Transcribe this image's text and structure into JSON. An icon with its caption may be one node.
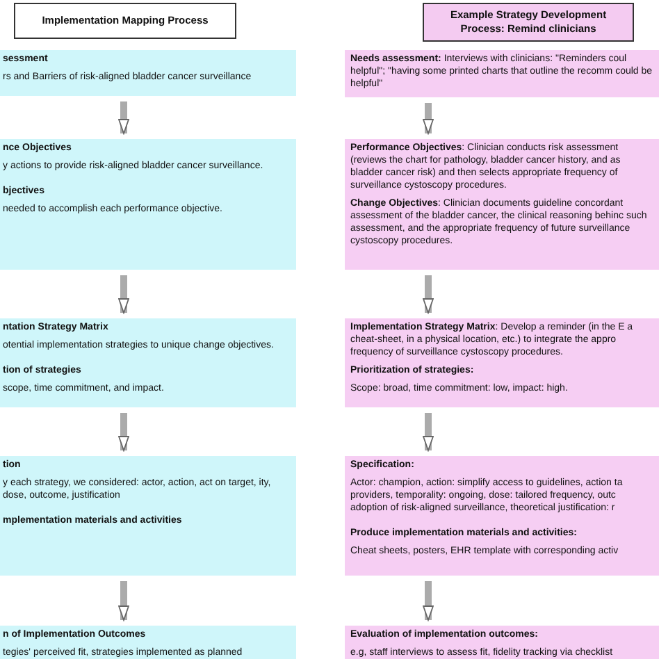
{
  "diagram": {
    "nodes": [
      {
        "text": [
          "Implementation Mapping Process"
        ]
      },
      {
        "text": [
          "sessment",
          "rs and Barriers of risk-aligned bladder cancer surveillance"
        ]
      },
      {
        "text": [
          "nce Objectives",
          "y actions to provide risk-aligned bladder cancer surveillance.",
          "bjectives",
          "needed to accomplish each performance objective."
        ]
      },
      {
        "text": [
          "ntation Strategy Matrix",
          "otential implementation strategies to unique change objectives.",
          "tion of strategies",
          "scope, time commitment, and impact."
        ]
      },
      {
        "text": [
          "tion",
          "y each strategy, we considered: actor, action, act on target, ity, dose, outcome, justification",
          "mplementation materials and activities"
        ]
      },
      {
        "text": [
          "n of Implementation Outcomes",
          "tegies' perceived fit, strategies implemented as planned"
        ]
      },
      {
        "text": [
          "Example Strategy Development Process: Remind clinicians"
        ]
      },
      {
        "text": [
          "**Needs assessment:** Interviews with clinicians: \"Reminders coul helpful\"; \"having some printed charts that outline the recomm could be helpful\""
        ]
      },
      {
        "text": [
          "**Performance Objectives**: Clinician conducts risk assessment (reviews the chart for pathology, bladder cancer history, and as bladder cancer risk) and then selects appropriate frequency of surveillance cystoscopy procedures.",
          "**Change Objectives**: Clinician documents guideline concordant assessment of the bladder cancer, the clinical reasoning behinc such assessment, and the appropriate frequency of future surveillance cystoscopy procedures."
        ]
      },
      {
        "text": [
          "**Implementation Strategy Matrix**: Develop a reminder (in the E a cheat-sheet, in a physical location, etc.) to integrate the appro frequency of surveillance cystoscopy procedures.",
          "Prioritization of strategies:",
          "Scope: broad, time commitment: low, impact: high."
        ]
      },
      {
        "text": [
          "Specification:",
          "Actor: champion, action: simplify access to guidelines, action ta providers, temporality: ongoing, dose: tailored frequency, outc adoption of risk-aligned surveillance, theoretical justification: r",
          "Produce implementation materials and activities:",
          "Cheat sheets, posters, EHR template with corresponding activ"
        ]
      },
      {
        "text": [
          "Evaluation of implementation outcomes:",
          "e.g, staff interviews to assess fit, fidelity tracking via checklist"
        ]
      }
    ],
    "edges": [
      {
        "from": 1,
        "to": 2,
        "arrow": "to"
      },
      {
        "from": 2,
        "to": 3,
        "arrow": "to"
      },
      {
        "from": 3,
        "to": 4,
        "arrow": "to"
      },
      {
        "from": 4,
        "to": 5,
        "arrow": "to"
      },
      {
        "from": 7,
        "to": 8,
        "arrow": "to"
      },
      {
        "from": 8,
        "to": 9,
        "arrow": "to"
      },
      {
        "from": 9,
        "to": 10,
        "arrow": "to"
      },
      {
        "from": 10,
        "to": 11,
        "arrow": "to"
      }
    ]
  }
}
